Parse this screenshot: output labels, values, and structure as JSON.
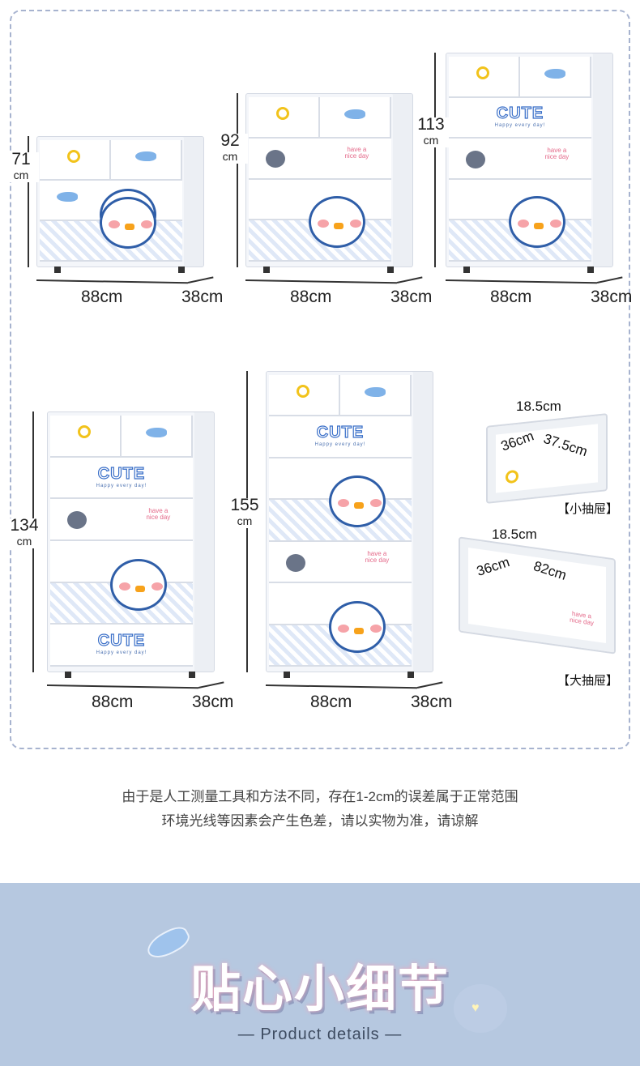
{
  "cabinets": [
    {
      "height": "71",
      "height_unit": "cm",
      "width": "88cm",
      "depth": "38cm",
      "rows": [
        "split",
        "fish",
        "penguin-check"
      ]
    },
    {
      "height": "92",
      "height_unit": "cm",
      "width": "88cm",
      "depth": "38cm",
      "rows": [
        "split",
        "penguin-small",
        "plain",
        "penguin-check"
      ]
    },
    {
      "height": "113",
      "height_unit": "cm",
      "width": "88cm",
      "depth": "38cm",
      "rows": [
        "split",
        "cute",
        "penguin-small",
        "plain",
        "penguin-check"
      ]
    },
    {
      "height": "134",
      "height_unit": "cm",
      "width": "88cm",
      "depth": "38cm",
      "rows": [
        "split",
        "cute",
        "penguin-small",
        "plain",
        "penguin-check",
        "cute"
      ]
    },
    {
      "height": "155",
      "height_unit": "cm",
      "width": "88cm",
      "depth": "38cm",
      "rows": [
        "split",
        "cute",
        "plain",
        "penguin-check",
        "penguin-small",
        "plain",
        "penguin-check"
      ]
    }
  ],
  "decals": {
    "cute": "CUTE",
    "cute_sub": "Happy every day!",
    "nice_day": "have a nice day"
  },
  "drawers": {
    "small": {
      "height": "18.5cm",
      "depth": "36cm",
      "width": "37.5cm",
      "label": "【小抽屉】"
    },
    "large": {
      "height": "18.5cm",
      "depth": "36cm",
      "width": "82cm",
      "label": "【大抽屉】"
    }
  },
  "notes": [
    "由于是人工测量工具和方法不同，存在1-2cm的误差属于正常范围",
    "环境光线等因素会产生色差，请以实物为准，请谅解"
  ],
  "section": {
    "title": "贴心小细节",
    "subtitle": "— Product details —"
  },
  "colors": {
    "band": "#b6c8e0",
    "frame": "#a7b3cf",
    "accent": "#3a6fc8"
  }
}
